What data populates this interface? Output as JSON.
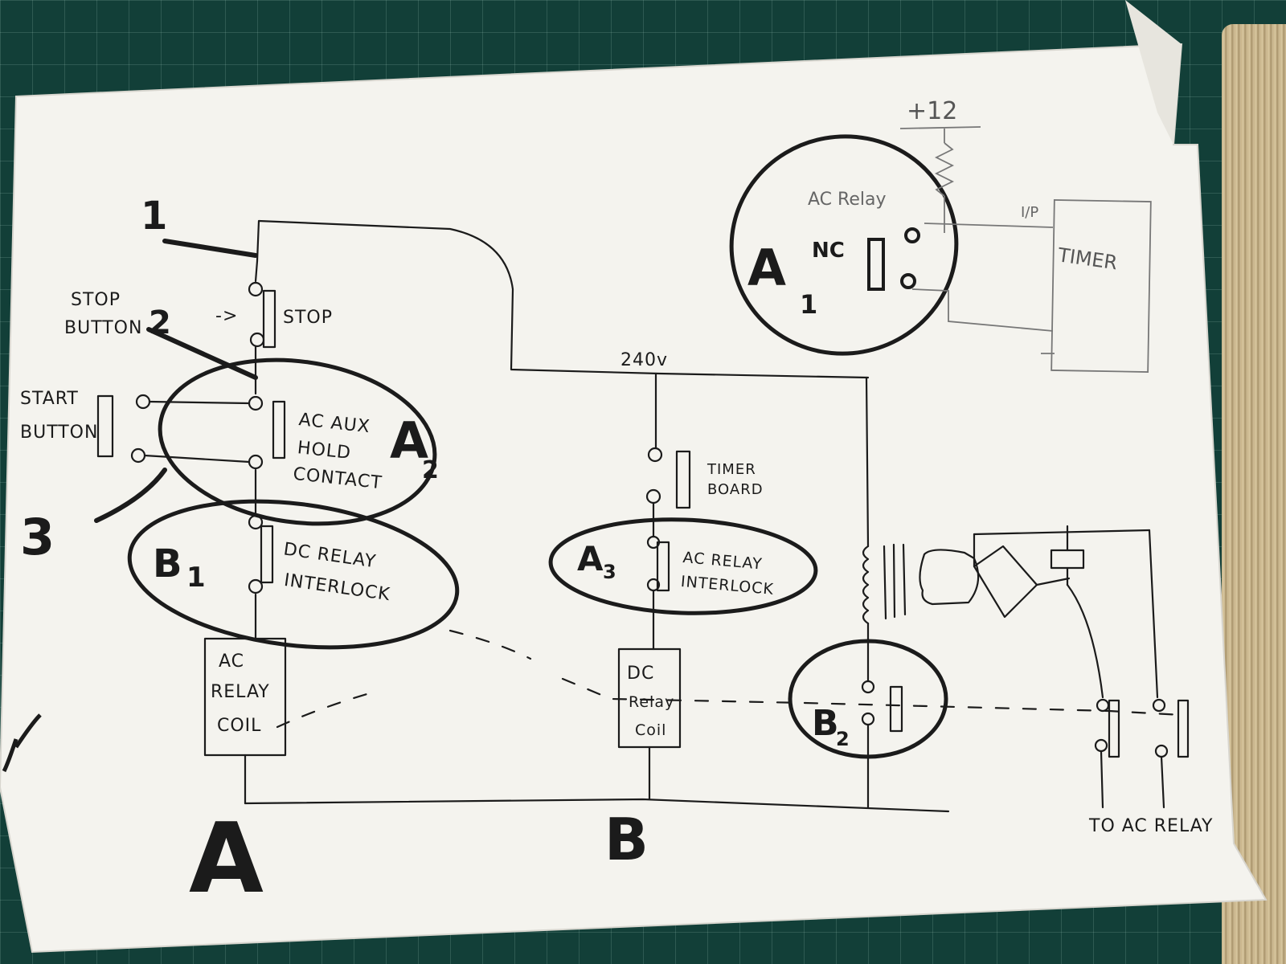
{
  "labels": {
    "stop_button": [
      "STOP",
      "BUTTON"
    ],
    "stop": "STOP",
    "start_button": [
      "START",
      "BUTTON"
    ],
    "ac_aux": [
      "AC AUX",
      "HOLD",
      "CONTACT"
    ],
    "dc_relay_interlock": [
      "DC RELAY",
      "INTERLOCK"
    ],
    "ac_relay_coil": [
      "AC",
      "RELAY",
      "COIL"
    ],
    "v240": "240v",
    "timer_board": [
      "TIMER",
      "BOARD"
    ],
    "ac_relay_interlock": [
      "AC RELAY",
      "INTERLOCK"
    ],
    "dc_relay_coil": [
      "DC",
      "Relay",
      "Coil"
    ],
    "plus12": "+12",
    "ac_relay_top": "AC Relay",
    "nc": "NC",
    "timer": "TIMER",
    "io": "I/P",
    "to_ac_relay": "TO AC RELAY"
  },
  "markers": {
    "m1": "1",
    "m2": "2",
    "m3": "3",
    "a1": "A",
    "a1_sub": "1",
    "a2": "A",
    "a2_sub": "2",
    "a3": "A",
    "a3_sub": "3",
    "b1": "B",
    "b1_sub": "1",
    "b2": "B",
    "b2_sub": "2",
    "rail_a": "A",
    "rail_b": "B"
  },
  "colors": {
    "ink": "#1b1b1b",
    "paper": "#f4f3ee",
    "mat": "#123f38",
    "light_ink": "#777777"
  }
}
